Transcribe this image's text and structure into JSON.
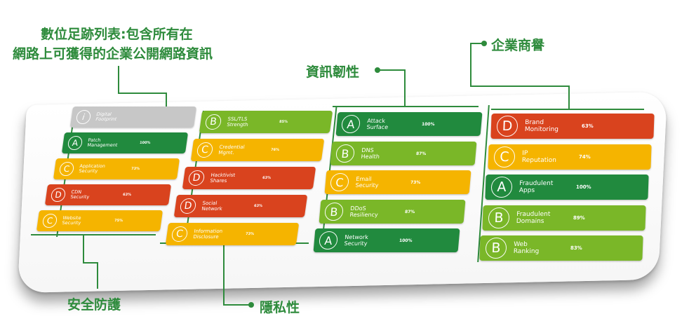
{
  "callouts": {
    "digital_title_line1": "數位足跡列表:包含所有在",
    "digital_title_line2": "網路上可獲得的企業公開網路資訊",
    "security": "安全防護",
    "privacy": "隱私性",
    "resilience": "資訊韌性",
    "reputation": "企業商譽"
  },
  "columns": [
    {
      "key": "security",
      "cards": [
        {
          "grade": "i",
          "label": "Digital\nFootprint",
          "pct": "",
          "color": "n"
        },
        {
          "grade": "A",
          "label": "Patch\nManagement",
          "pct": "100%",
          "color": "g"
        },
        {
          "grade": "C",
          "label": "Application\nSecurity",
          "pct": "73%",
          "color": "y"
        },
        {
          "grade": "D",
          "label": "CDN\nSecurity",
          "pct": "63%",
          "color": "r"
        },
        {
          "grade": "C",
          "label": "Website\nSecurity",
          "pct": "75%",
          "color": "y"
        }
      ]
    },
    {
      "key": "privacy",
      "cards": [
        {
          "grade": "B",
          "label": "SSL/TLS\nStrength",
          "pct": "85%",
          "color": "l"
        },
        {
          "grade": "C",
          "label": "Credential\nMgmt.",
          "pct": "76%",
          "color": "y"
        },
        {
          "grade": "D",
          "label": "Hacktivist\nShares",
          "pct": "63%",
          "color": "r"
        },
        {
          "grade": "D",
          "label": "Social\nNetwork",
          "pct": "63%",
          "color": "r"
        },
        {
          "grade": "C",
          "label": "Information\nDisclosure",
          "pct": "73%",
          "color": "y"
        }
      ]
    },
    {
      "key": "resilience",
      "cards": [
        {
          "grade": "A",
          "label": "Attack\nSurface",
          "pct": "100%",
          "color": "g"
        },
        {
          "grade": "B",
          "label": "DNS\nHealth",
          "pct": "87%",
          "color": "l"
        },
        {
          "grade": "C",
          "label": "Email\nSecurity",
          "pct": "73%",
          "color": "y"
        },
        {
          "grade": "B",
          "label": "DDoS\nResiliency",
          "pct": "87%",
          "color": "l"
        },
        {
          "grade": "A",
          "label": "Network\nSecurity",
          "pct": "100%",
          "color": "g"
        }
      ]
    },
    {
      "key": "reputation",
      "cards": [
        {
          "grade": "D",
          "label": "Brand\nMonitoring",
          "pct": "63%",
          "color": "r"
        },
        {
          "grade": "C",
          "label": "IP\nReputation",
          "pct": "74%",
          "color": "y"
        },
        {
          "grade": "A",
          "label": "Fraudulent\nApps",
          "pct": "100%",
          "color": "g"
        },
        {
          "grade": "B",
          "label": "Fraudulent\nDomains",
          "pct": "89%",
          "color": "l"
        },
        {
          "grade": "B",
          "label": "Web\nRanking",
          "pct": "83%",
          "color": "l"
        }
      ]
    }
  ],
  "colors": {
    "green": "#218a3e",
    "light_green": "#7ab728",
    "yellow": "#f5b400",
    "red": "#d9431e",
    "gray": "#c7c7c7",
    "callout": "#2e8b3c"
  }
}
